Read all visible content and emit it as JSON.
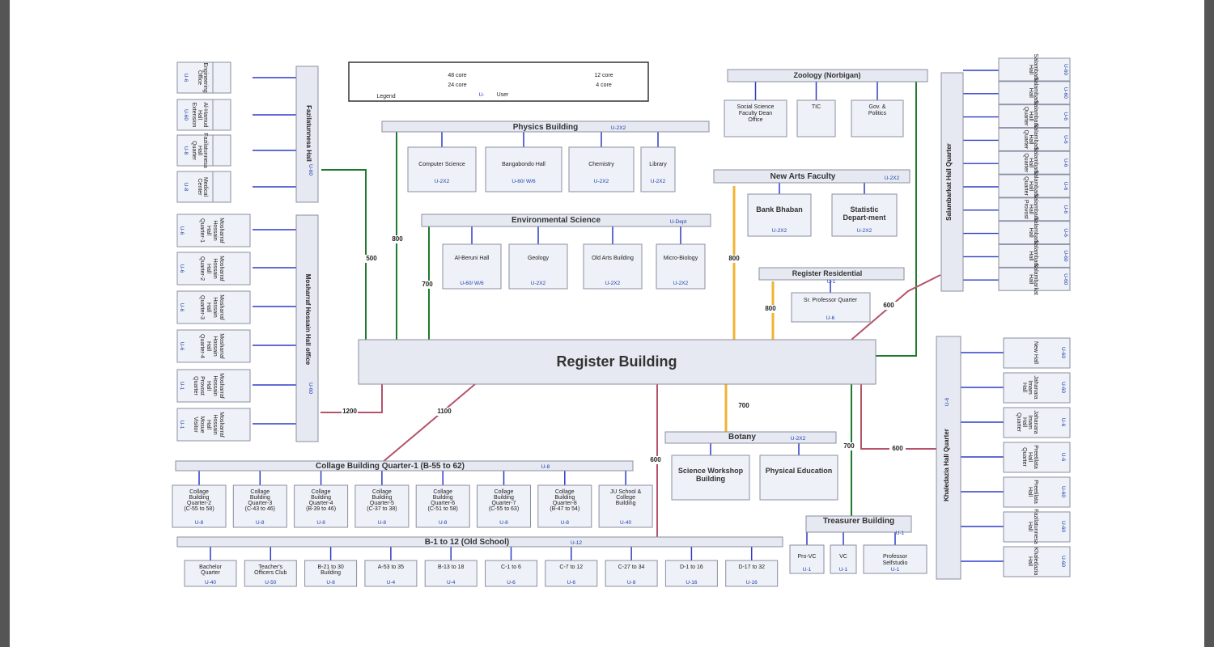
{
  "title": "Register Building",
  "colors": {
    "core48": "#b5536a",
    "core24": "#1d7a2c",
    "core12": "#f2b233",
    "core4": "#2d3bc7"
  },
  "legend": {
    "title": "Legend",
    "items": [
      {
        "label": "48 core",
        "color": "#b5536a"
      },
      {
        "label": "12 core",
        "color": "#f2b233"
      },
      {
        "label": "24 core",
        "color": "#1d7a2c"
      },
      {
        "label": "4 core",
        "color": "#2d3bc7"
      }
    ],
    "user_key": "U-",
    "user_label": "User"
  },
  "left_top": {
    "hall_name": "Fazilatunnesa Hall",
    "hall_user": "U-60",
    "nodes": [
      {
        "label": "Engineering Office",
        "user": "U-6"
      },
      {
        "label": "Al-Hamud Hall Extension",
        "user": "U-60"
      },
      {
        "label": "Fazilatunnesa Hall Quarter",
        "user": "U-8"
      },
      {
        "label": "Medical Center",
        "user": "U-8"
      }
    ]
  },
  "left_mid": {
    "hall_name": "Mosharraf Hossain Hall office",
    "hall_user": "U-60",
    "nodes": [
      {
        "label": "Mosharraf Hossain Hall Quarter-1",
        "user": "U-6"
      },
      {
        "label": "Mosharraf Hossain Hall Quarter-2",
        "user": "U-6"
      },
      {
        "label": "Mosharraf Hossain Hall Quarter-3",
        "user": "U-6"
      },
      {
        "label": "Mosharraf Hossain Hall Quarter-4",
        "user": "U-6"
      },
      {
        "label": "Mosharraf Hossain Hall Provost Quarter",
        "user": "U-1"
      },
      {
        "label": "Mosharraf Hossain Hall Mosue Visitor",
        "user": "U-1"
      }
    ]
  },
  "physics": {
    "name": "Physics Building",
    "user": "U-2X2",
    "nodes": [
      {
        "label": "Computer Science",
        "user": "U-2X2"
      },
      {
        "label": "Bangabondo Hall",
        "user": "U-60/ W/6"
      },
      {
        "label": "Chemistry",
        "user": "U-2X2"
      },
      {
        "label": "Library",
        "user": "U-2X2"
      }
    ]
  },
  "env": {
    "name": "Environmental Science",
    "user": "U-Dept",
    "nodes": [
      {
        "label": "Al-Beruni Hall",
        "user": "U-60/ W/6"
      },
      {
        "label": "Geology",
        "user": "U-2X2"
      },
      {
        "label": "Old Arts Building",
        "user": "U-2X2"
      },
      {
        "label": "Micro-Biology",
        "user": "U-2X2"
      }
    ]
  },
  "zoology": {
    "name": "Zoology (Norbigan)",
    "nodes": [
      {
        "label": "Social Science Faculty Dean Office"
      },
      {
        "label": "TIC"
      },
      {
        "label": "Gov. & Politics"
      }
    ]
  },
  "new_arts": {
    "name": "New Arts Faculty",
    "user": "U-2X2",
    "nodes": [
      {
        "label": "Bank Bhaban",
        "user": "U-2X2"
      },
      {
        "label": "Statistic Depart-ment",
        "user": "U-2X2"
      }
    ]
  },
  "reg_res": {
    "name": "Register Residential",
    "user": "U-1",
    "node": {
      "label": "Sr. Professor Quarter",
      "user": "U-6"
    }
  },
  "salam_hall": {
    "name": "Salambarkat Hall Quarter",
    "nodes": [
      {
        "label": "Salambarkat Hall",
        "user": "U-60"
      },
      {
        "label": "Salambarkat Hall",
        "user": "U-60"
      },
      {
        "label": "Salambarkat Hall Quarter",
        "user": "U-6"
      },
      {
        "label": "Salambarkat Hall Quarter",
        "user": "U-6"
      },
      {
        "label": "Salambarkat Hall Quarter",
        "user": "U-6"
      },
      {
        "label": "Salambarkat Hall Quarter",
        "user": "U-6"
      },
      {
        "label": "Salambarkat Hall Provost",
        "user": "U-6"
      },
      {
        "label": "Salambarkat Hall",
        "user": "U-6"
      },
      {
        "label": "Salambarkat Hall",
        "user": "U-60"
      },
      {
        "label": "Salambarkat Hall",
        "user": "U-60"
      }
    ]
  },
  "khaleda_hall": {
    "name": "Khaledazia Hall Quarter",
    "user": "U-6",
    "nodes": [
      {
        "label": "New Hall",
        "user": "U-60"
      },
      {
        "label": "Jahanara Imam Hall",
        "user": "U-60"
      },
      {
        "label": "Jahanara Imam Hall Quarter",
        "user": "U-6"
      },
      {
        "label": "Preetilata Hall Quarter",
        "user": "U-6"
      },
      {
        "label": "Preetilata Hall",
        "user": "U-60"
      },
      {
        "label": "Fazilatunnesa Hall",
        "user": "U-60"
      },
      {
        "label": "Khaledazia Hall",
        "user": "U-60"
      }
    ]
  },
  "botany": {
    "name": "Botany",
    "user": "U-2X2",
    "nodes": [
      {
        "label": "Science Workshop Building"
      },
      {
        "label": "Physical Education"
      }
    ]
  },
  "treasurer": {
    "name": "Treasurer Building",
    "user": "U-1",
    "nodes": [
      {
        "label": "Pro-VC",
        "user": "U-1"
      },
      {
        "label": "VC",
        "user": "U-1"
      },
      {
        "label": "Professor Selfstudio",
        "user": "U-1"
      }
    ]
  },
  "college": {
    "name": "Collage Building Quarter-1 (B-55 to 62)",
    "user": "U-8",
    "nodes": [
      {
        "label": "Collage Building Quarter-2 (C-55 to 58)",
        "user": "U-8"
      },
      {
        "label": "Collage Building Quarter-3 (C-43 to 46)",
        "user": "U-8"
      },
      {
        "label": "Collage Building Quarter-4 (B-39 to 46)",
        "user": "U-8"
      },
      {
        "label": "Collage Building Quarter-5 (C-37 to 38)",
        "user": "U-8"
      },
      {
        "label": "Collage Building Quarter-6 (C-51 to 58)",
        "user": "U-8"
      },
      {
        "label": "Collage Building Quarter-7 (C-55 to 63)",
        "user": "U-8"
      },
      {
        "label": "Collage Building Quarter-8 (B-47 to 54)",
        "user": "U-8"
      },
      {
        "label": "JU School & College Building",
        "user": "U-40"
      }
    ]
  },
  "old_school": {
    "name": "B-1 to 12 (Old School)",
    "user": "U-12",
    "nodes": [
      {
        "label": "Bachelor Quarter",
        "user": "U-40"
      },
      {
        "label": "Teacher's Officers Club",
        "user": "U-50"
      },
      {
        "label": "B-21 to 30 Building",
        "user": "U-8"
      },
      {
        "label": "A-53 to 35",
        "user": "U-4"
      },
      {
        "label": "B-13 to 18",
        "user": "U-4"
      },
      {
        "label": "C-1 to 6",
        "user": "U-6"
      },
      {
        "label": "C-7 to 12",
        "user": "U-6"
      },
      {
        "label": "C-27 to 34",
        "user": "U-8"
      },
      {
        "label": "D-1 to 16",
        "user": "U-16"
      },
      {
        "label": "D-17 to 32",
        "user": "U-16"
      }
    ]
  },
  "links": [
    "500",
    "800",
    "700",
    "800",
    "800",
    "600",
    "1200",
    "1100",
    "600",
    "700",
    "700",
    "600"
  ]
}
